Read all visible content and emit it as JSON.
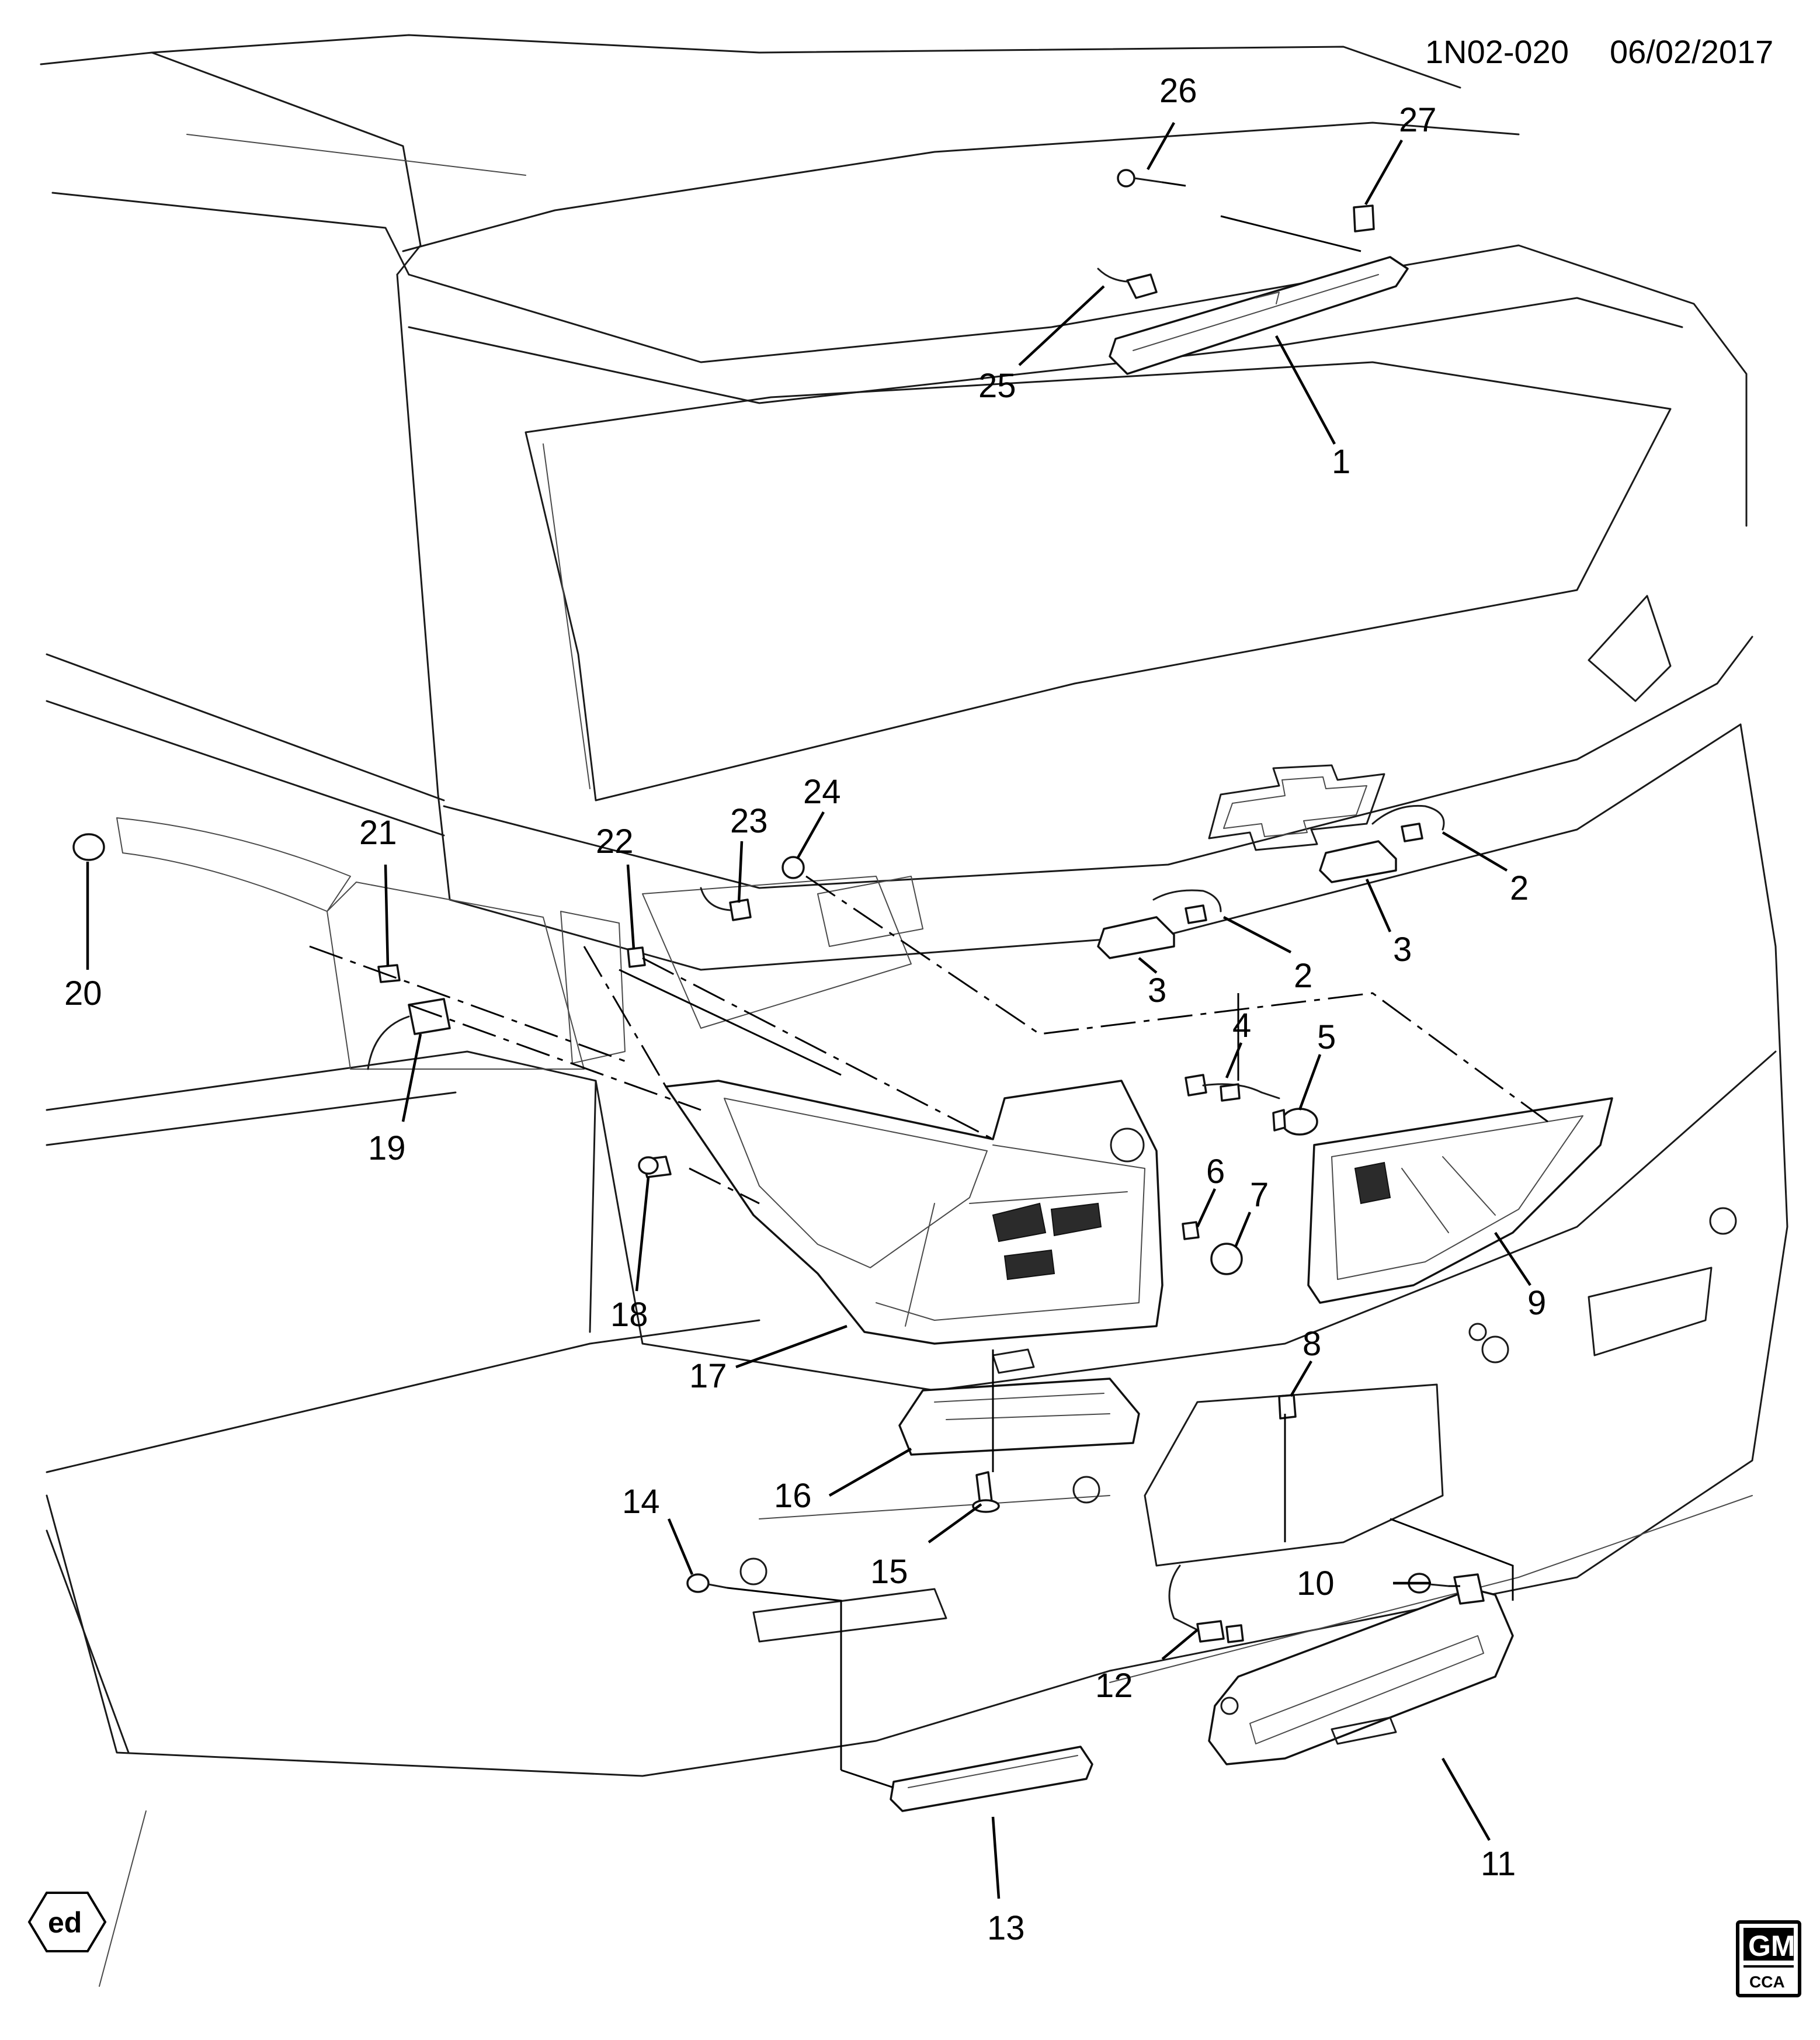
{
  "header": {
    "diagram_number": "1N02-020",
    "date": "06/02/2017"
  },
  "callouts": {
    "c1": "1",
    "c2a": "2",
    "c2b": "2",
    "c3a": "3",
    "c3b": "3",
    "c4": "4",
    "c5": "5",
    "c6": "6",
    "c7": "7",
    "c8": "8",
    "c9": "9",
    "c10": "10",
    "c11": "11",
    "c12": "12",
    "c13": "13",
    "c14": "14",
    "c15": "15",
    "c16": "16",
    "c17": "17",
    "c18": "18",
    "c19": "19",
    "c20": "20",
    "c21": "21",
    "c22": "22",
    "c23": "23",
    "c24": "24",
    "c25": "25",
    "c26": "26",
    "c27": "27"
  },
  "footer": {
    "ed_badge": "ed",
    "gm_logo_text": "GM",
    "gm_logo_subtext": "CCA"
  }
}
